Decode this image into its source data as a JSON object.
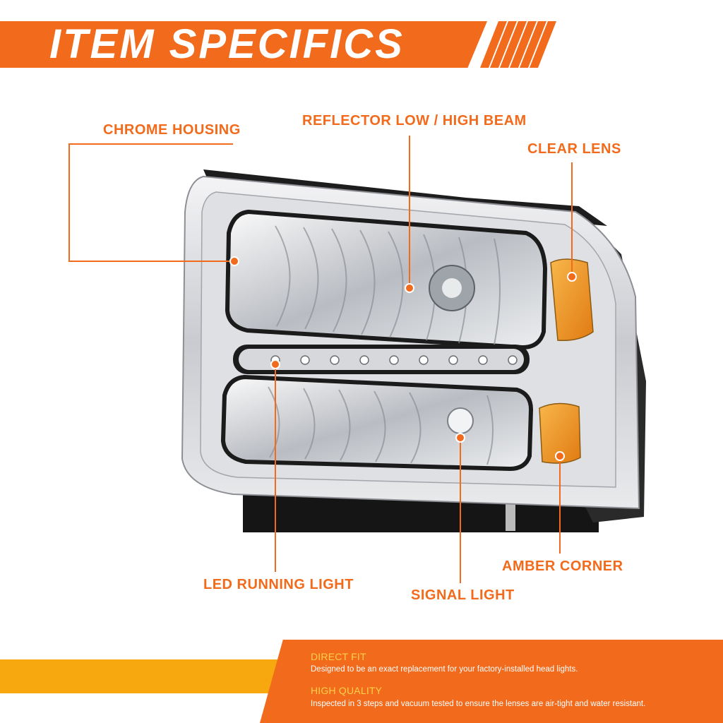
{
  "banner": {
    "title": "ITEM SPECIFICS"
  },
  "callouts": {
    "chrome_housing": "CHROME HOUSING",
    "reflector_beam": "REFLECTOR LOW / HIGH BEAM",
    "clear_lens": "CLEAR LENS",
    "led_running_light": "LED RUNNING LIGHT",
    "signal_light": "SIGNAL LIGHT",
    "amber_corner": "AMBER CORNER"
  },
  "features": [
    {
      "title": "DIRECT FIT",
      "description": "Designed to be an exact replacement for your factory-installed head lights."
    },
    {
      "title": "HIGH QUALITY",
      "description": "Inspected in 3 steps and vacuum tested to ensure the lenses are air-tight and water resistant."
    }
  ],
  "colors": {
    "accent_orange": "#f26a1b",
    "accent_yellow": "#f7a80f",
    "amber": "#f0931d"
  }
}
